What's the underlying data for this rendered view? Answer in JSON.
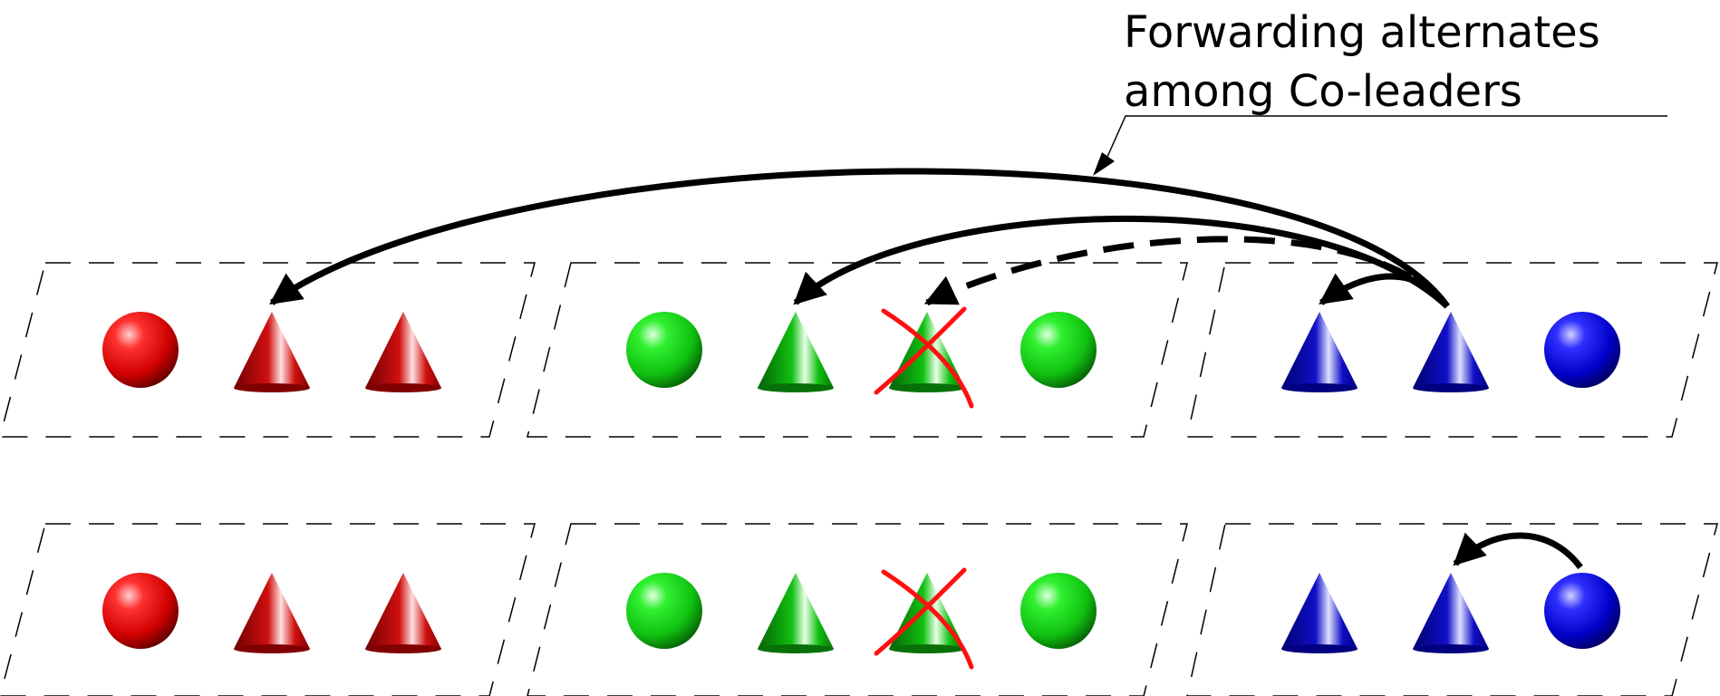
{
  "annotation": {
    "line1": "Forwarding alternates",
    "line2": "among Co-leaders"
  },
  "colors": {
    "red_group": "#e01010",
    "green_group": "#10c810",
    "blue_group": "#1010c8",
    "arrow": "#000000",
    "failure_mark": "#ff1010"
  },
  "rows": [
    {
      "name": "top-row",
      "groups": [
        {
          "color": "red",
          "nodes": [
            "sphere",
            "cone",
            "cone"
          ]
        },
        {
          "color": "green",
          "nodes": [
            "sphere",
            "cone",
            "cone-failed",
            "sphere"
          ]
        },
        {
          "color": "blue",
          "nodes": [
            "cone",
            "cone",
            "sphere"
          ]
        }
      ]
    },
    {
      "name": "bottom-row",
      "groups": [
        {
          "color": "red",
          "nodes": [
            "sphere",
            "cone",
            "cone"
          ]
        },
        {
          "color": "green",
          "nodes": [
            "sphere",
            "cone",
            "cone-failed",
            "sphere"
          ]
        },
        {
          "color": "blue",
          "nodes": [
            "cone",
            "cone",
            "sphere"
          ]
        }
      ]
    }
  ]
}
